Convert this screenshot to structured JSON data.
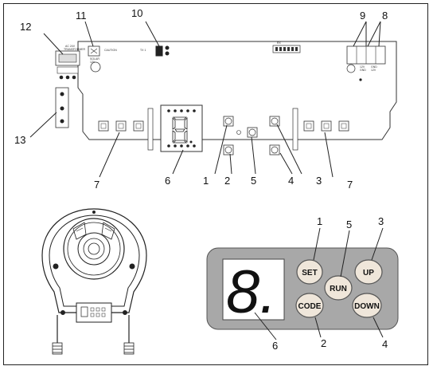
{
  "board": {
    "caution_text": "CAUTION",
    "small_print": [
      "TRANSFORMER",
      "AC 24V",
      "SOLAR",
      "12V",
      "TX 1",
      "RX",
      "12V",
      "GND",
      "GND",
      "12V"
    ]
  },
  "callouts": {
    "board": [
      "1",
      "2",
      "3",
      "4",
      "5",
      "6",
      "7",
      "7",
      "8",
      "9",
      "10",
      "11",
      "12",
      "13"
    ],
    "panel": [
      "1",
      "2",
      "3",
      "4",
      "5",
      "6"
    ]
  },
  "panel": {
    "display_digit": "8.",
    "buttons": {
      "set": "SET",
      "code": "CODE",
      "run": "RUN",
      "up": "UP",
      "down": "DOWN"
    }
  },
  "colors": {
    "panel_bg": "#a8a8a8",
    "button_face": "#efe6da",
    "display_bg": "#ffffff"
  }
}
